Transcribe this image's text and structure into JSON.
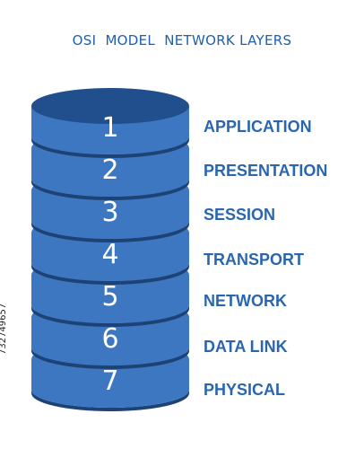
{
  "title": "OSI  MODEL  NETWORK LAYERS",
  "layers": [
    {
      "number": "1",
      "name": "APPLICATION"
    },
    {
      "number": "2",
      "name": "PRESENTATION"
    },
    {
      "number": "3",
      "name": "SESSION"
    },
    {
      "number": "4",
      "name": "TRANSPORT"
    },
    {
      "number": "5",
      "name": "NETWORK"
    },
    {
      "number": "6",
      "name": "DATA LINK"
    },
    {
      "number": "7",
      "name": "PHYSICAL"
    }
  ],
  "side_id": "732749657",
  "colors": {
    "title": "#1f5fae",
    "label": "#2a66ae",
    "disk_body": "#3d77c1",
    "disk_top": "#214f8d",
    "disk_shadow": "#1d4376",
    "number_text": "#ffffff"
  }
}
